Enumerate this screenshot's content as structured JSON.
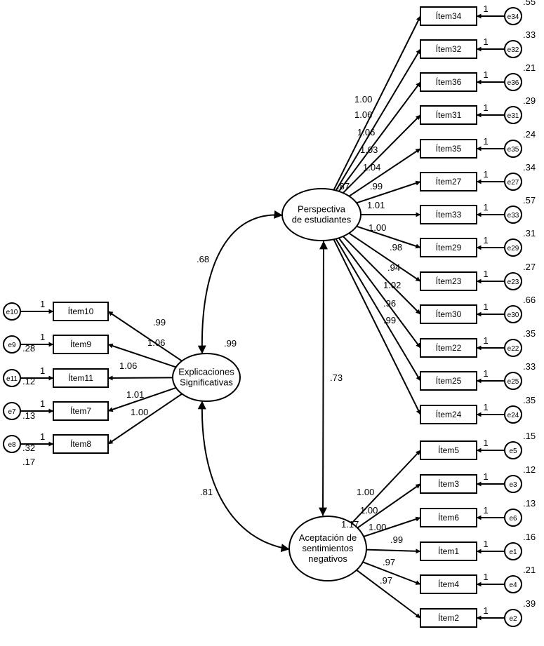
{
  "latents": {
    "perspectiva": [
      "Perspectiva",
      "de estudiantes"
    ],
    "explicaciones": [
      "Explicaciones",
      "Significativas"
    ],
    "aceptacion": [
      "Aceptación de",
      "sentimientos",
      "negativos"
    ]
  },
  "correlations": {
    "perspectiva_explicaciones": ".68",
    "perspectiva_aceptacion": ".73",
    "explicaciones_aceptacion": ".81"
  },
  "latent_variances": {
    "perspectiva": ".87",
    "explicaciones": ".99",
    "aceptacion": "1.17"
  },
  "perspectiva_items": [
    {
      "item": "Ítem34",
      "error": "e34",
      "loading": "1.00",
      "variance": ".55"
    },
    {
      "item": "Ítem32",
      "error": "e32",
      "loading": "1.06",
      "variance": ".33"
    },
    {
      "item": "Ítem36",
      "error": "e36",
      "loading": "1.06",
      "variance": ".21"
    },
    {
      "item": "Ítem31",
      "error": "e31",
      "loading": "1.03",
      "variance": ".29"
    },
    {
      "item": "Ítem35",
      "error": "e35",
      "loading": "1.04",
      "variance": ".24"
    },
    {
      "item": "Ítem27",
      "error": "e27",
      "loading": ".99",
      "variance": ".34"
    },
    {
      "item": "Ítem33",
      "error": "e33",
      "loading": "1.01",
      "variance": ".57"
    },
    {
      "item": "Ítem29",
      "error": "e29",
      "loading": "1.00",
      "variance": ".31"
    },
    {
      "item": "Ítem23",
      "error": "e23",
      "loading": ".98",
      "variance": ".27"
    },
    {
      "item": "Ítem30",
      "error": "e30",
      "loading": ".94",
      "variance": ".66"
    },
    {
      "item": "Ítem22",
      "error": "e22",
      "loading": "1.02",
      "variance": ".35"
    },
    {
      "item": "Ítem25",
      "error": "e25",
      "loading": ".96",
      "variance": ".33"
    },
    {
      "item": "Ítem24",
      "error": "e24",
      "loading": ".99",
      "variance": ".35"
    }
  ],
  "explicaciones_items": [
    {
      "item": "Ítem10",
      "error": "e10",
      "loading": ".99",
      "variance": ".28"
    },
    {
      "item": "Ítem9",
      "error": "e9",
      "loading": "1.06",
      "variance": ".12"
    },
    {
      "item": "Ítem11",
      "error": "e11",
      "loading": "1.06",
      "variance": ".13"
    },
    {
      "item": "Ítem7",
      "error": "e7",
      "loading": "1.01",
      "variance": ".32"
    },
    {
      "item": "Ítem8",
      "error": "e8",
      "loading": "1.00",
      "variance": ".17"
    }
  ],
  "aceptacion_items": [
    {
      "item": "Ítem5",
      "error": "e5",
      "loading": "1.00",
      "variance": ".15"
    },
    {
      "item": "Ítem3",
      "error": "e3",
      "loading": "1.00",
      "variance": ".12"
    },
    {
      "item": "Ítem6",
      "error": "e6",
      "loading": "1.00",
      "variance": ".13"
    },
    {
      "item": "Ítem1",
      "error": "e1",
      "loading": ".99",
      "variance": ".16"
    },
    {
      "item": "Ítem4",
      "error": "e4",
      "loading": ".97",
      "variance": ".21"
    },
    {
      "item": "Ítem2",
      "error": "e2",
      "loading": ".97",
      "variance": ".39"
    }
  ],
  "error_path_weight": "1"
}
